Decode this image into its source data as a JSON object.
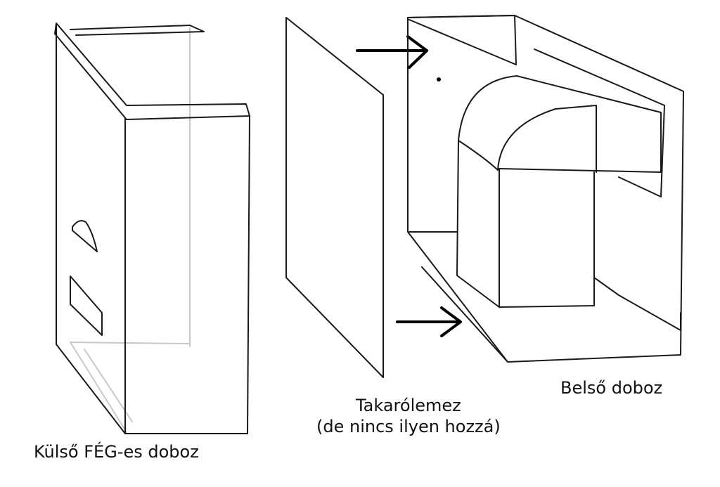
{
  "labels": {
    "outer_box": "Külső FÉG-es doboz",
    "cover_plate_line1": "Takarólemez",
    "cover_plate_line2": "(de nincs ilyen hozzá)",
    "inner_box": "Belső doboz"
  },
  "colors": {
    "background": "#ffffff",
    "line": "#1a1a1a",
    "hidden_line": "#c8c8c8",
    "arrow": "#000000"
  }
}
